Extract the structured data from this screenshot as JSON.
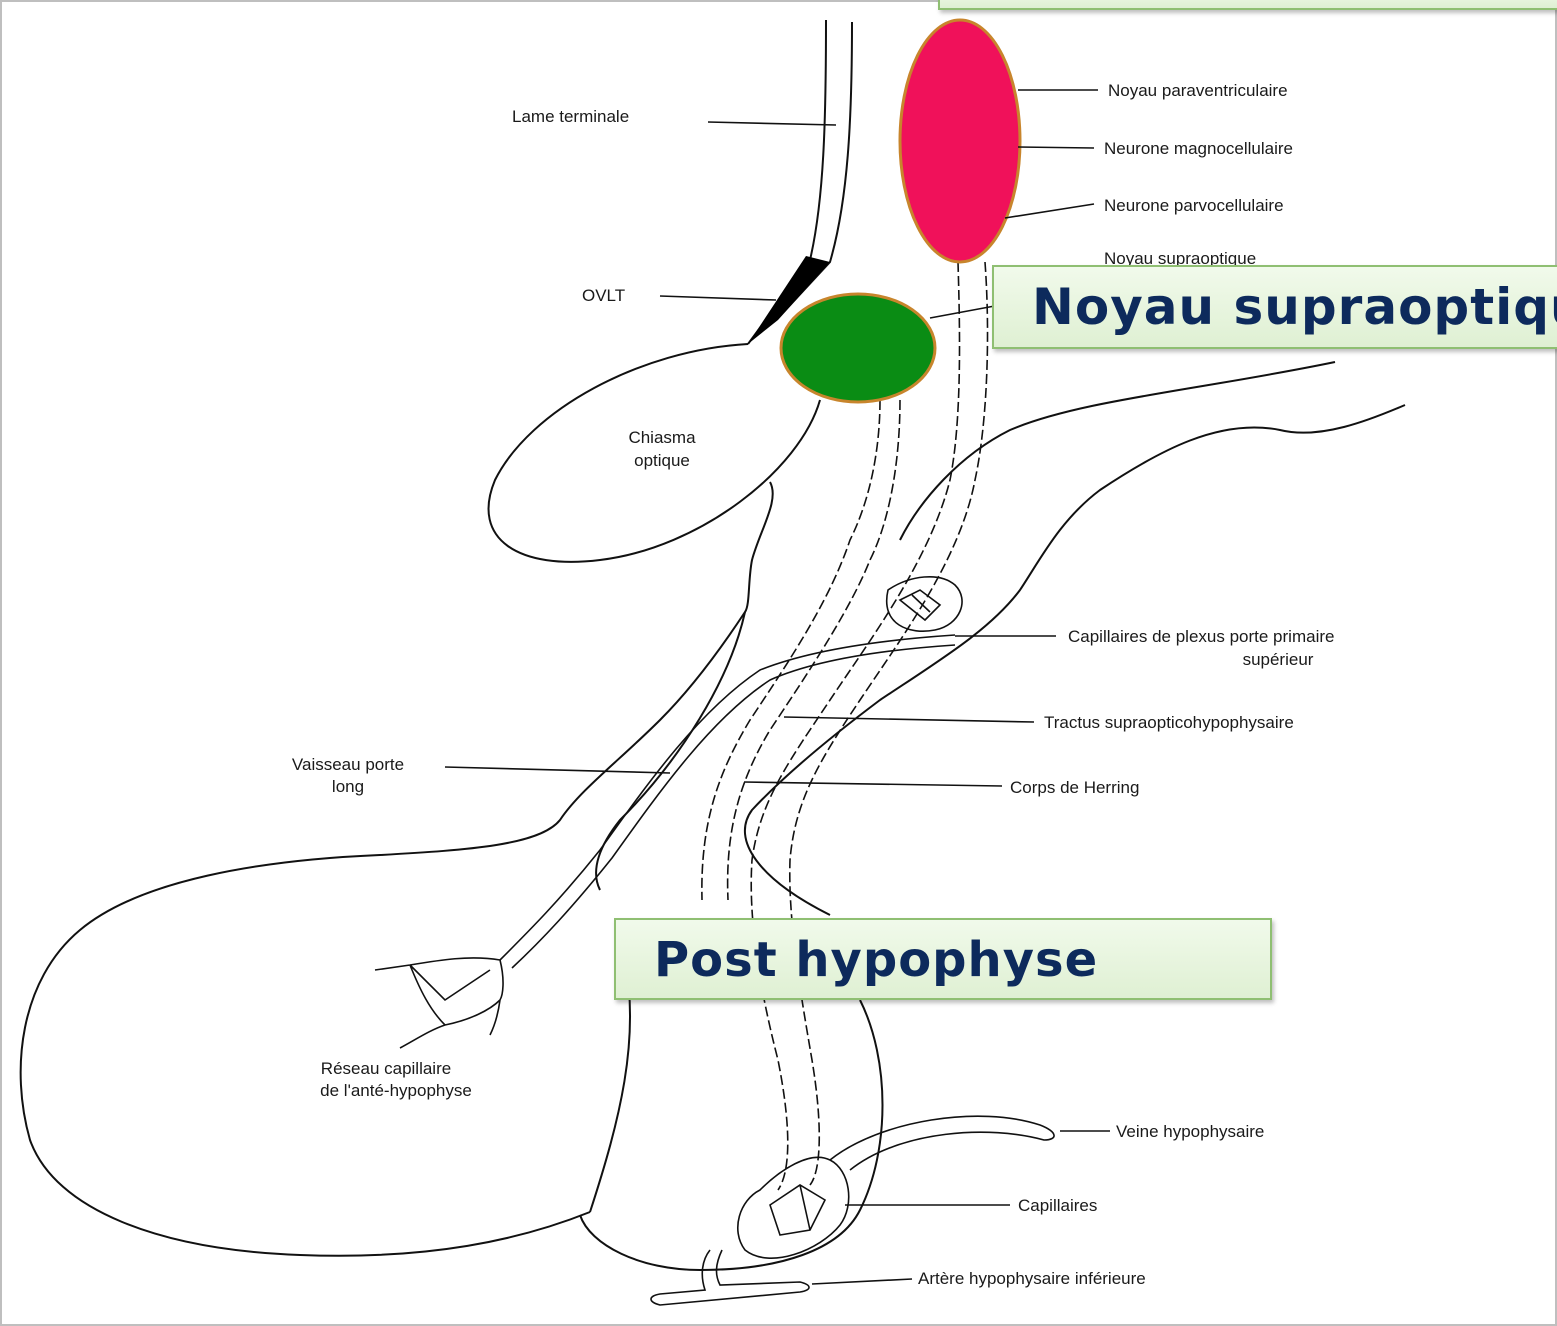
{
  "labels": {
    "lame_terminale": "Lame terminale",
    "ovlt": "OVLT",
    "chiasma_line1": "Chiasma",
    "chiasma_line2": "optique",
    "noyau_paraventriculaire": "Noyau paraventriculaire",
    "neurone_magnocellulaire": "Neurone magnocellulaire",
    "neurone_parvocellulaire": "Neurone parvocellulaire",
    "noyau_supraoptique_small": "Noyau supraoptique",
    "capillaires_plexus_line1": "Capillaires de plexus porte primaire",
    "capillaires_plexus_line2": "supérieur",
    "tractus": "Tractus supraopticohypophysaire",
    "vaisseau_line1": "Vaisseau porte",
    "vaisseau_line2": "long",
    "corps_herring": "Corps de Herring",
    "reseau_line1": "Réseau capillaire",
    "reseau_line2": "de l'anté-hypophyse",
    "veine": "Veine hypophysaire",
    "capillaires": "Capillaires",
    "artere": "Artère hypophysaire inférieure"
  },
  "callouts": {
    "supraoptic": "Noyau supraoptique",
    "post": "Post hypophyse"
  },
  "colors": {
    "paraventricular_nucleus": "#f0115a",
    "supraoptic_nucleus": "#0a8c14",
    "callout_text": "#0d2a5c",
    "callout_border": "#8fbf72"
  }
}
